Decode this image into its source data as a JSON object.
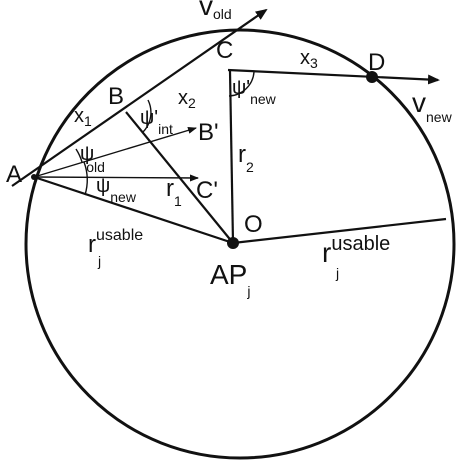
{
  "points": {
    "A": "A",
    "B": "B",
    "C": "C",
    "D": "D",
    "O": "O",
    "B_prime": "B'",
    "C_prime": "C'"
  },
  "vectors": {
    "v_old": {
      "base": "v",
      "sub": "old"
    },
    "v_new": {
      "base": "v",
      "sub": "new"
    }
  },
  "segments": {
    "x1": {
      "base": "x",
      "sub": "1"
    },
    "x2": {
      "base": "x",
      "sub": "2"
    },
    "x3": {
      "base": "x",
      "sub": "3"
    },
    "r1": {
      "base": "r",
      "sub": "1"
    },
    "r2": {
      "base": "r",
      "sub": "2"
    }
  },
  "angles": {
    "psi_old": {
      "base": "ψ",
      "sub": "old"
    },
    "psi_new": {
      "base": "ψ",
      "sub": "new"
    },
    "psi_int": {
      "base": "ψ'",
      "sub": "int"
    },
    "psi_new_prime": {
      "base": "ψ'",
      "sub": "new"
    }
  },
  "radius_label": {
    "base": "r",
    "sub": "j",
    "sup": "usable"
  },
  "access_point": {
    "base": "AP",
    "sub": "j"
  },
  "colors": {
    "stroke": "#111111",
    "background": "#ffffff"
  }
}
